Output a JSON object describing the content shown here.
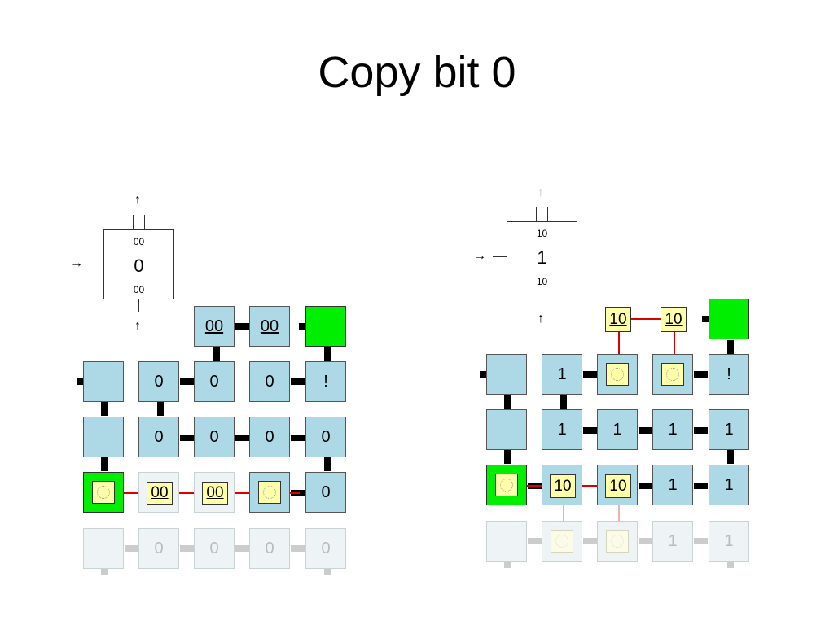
{
  "title": "Copy bit 0",
  "left": {
    "processor": {
      "top_value": "00",
      "main_value": "0",
      "bottom_value": "00"
    },
    "row0": [
      "00",
      "00",
      ""
    ],
    "row1": [
      "",
      "0",
      "0",
      "0",
      "!"
    ],
    "row2": [
      "",
      "0",
      "0",
      "0",
      "0"
    ],
    "row3": [
      "",
      "00",
      "00",
      "",
      "0"
    ],
    "row4": [
      "",
      "0",
      "0",
      "0",
      "0"
    ]
  },
  "right": {
    "processor": {
      "top_value": "10",
      "main_value": "1",
      "bottom_value": "10"
    },
    "row0": [
      "10",
      "10",
      ""
    ],
    "row1": [
      "",
      "1",
      "",
      "",
      "!"
    ],
    "row2": [
      "",
      "1",
      "1",
      "1",
      "1"
    ],
    "row3": [
      "",
      "10",
      "10",
      "1",
      "1"
    ],
    "row4": [
      "",
      "",
      "",
      "1",
      "1"
    ]
  },
  "colors": {
    "cell": "#add8e6",
    "head": "#00ee00",
    "signal": "#ffffaa",
    "wire": "#dd0000"
  }
}
